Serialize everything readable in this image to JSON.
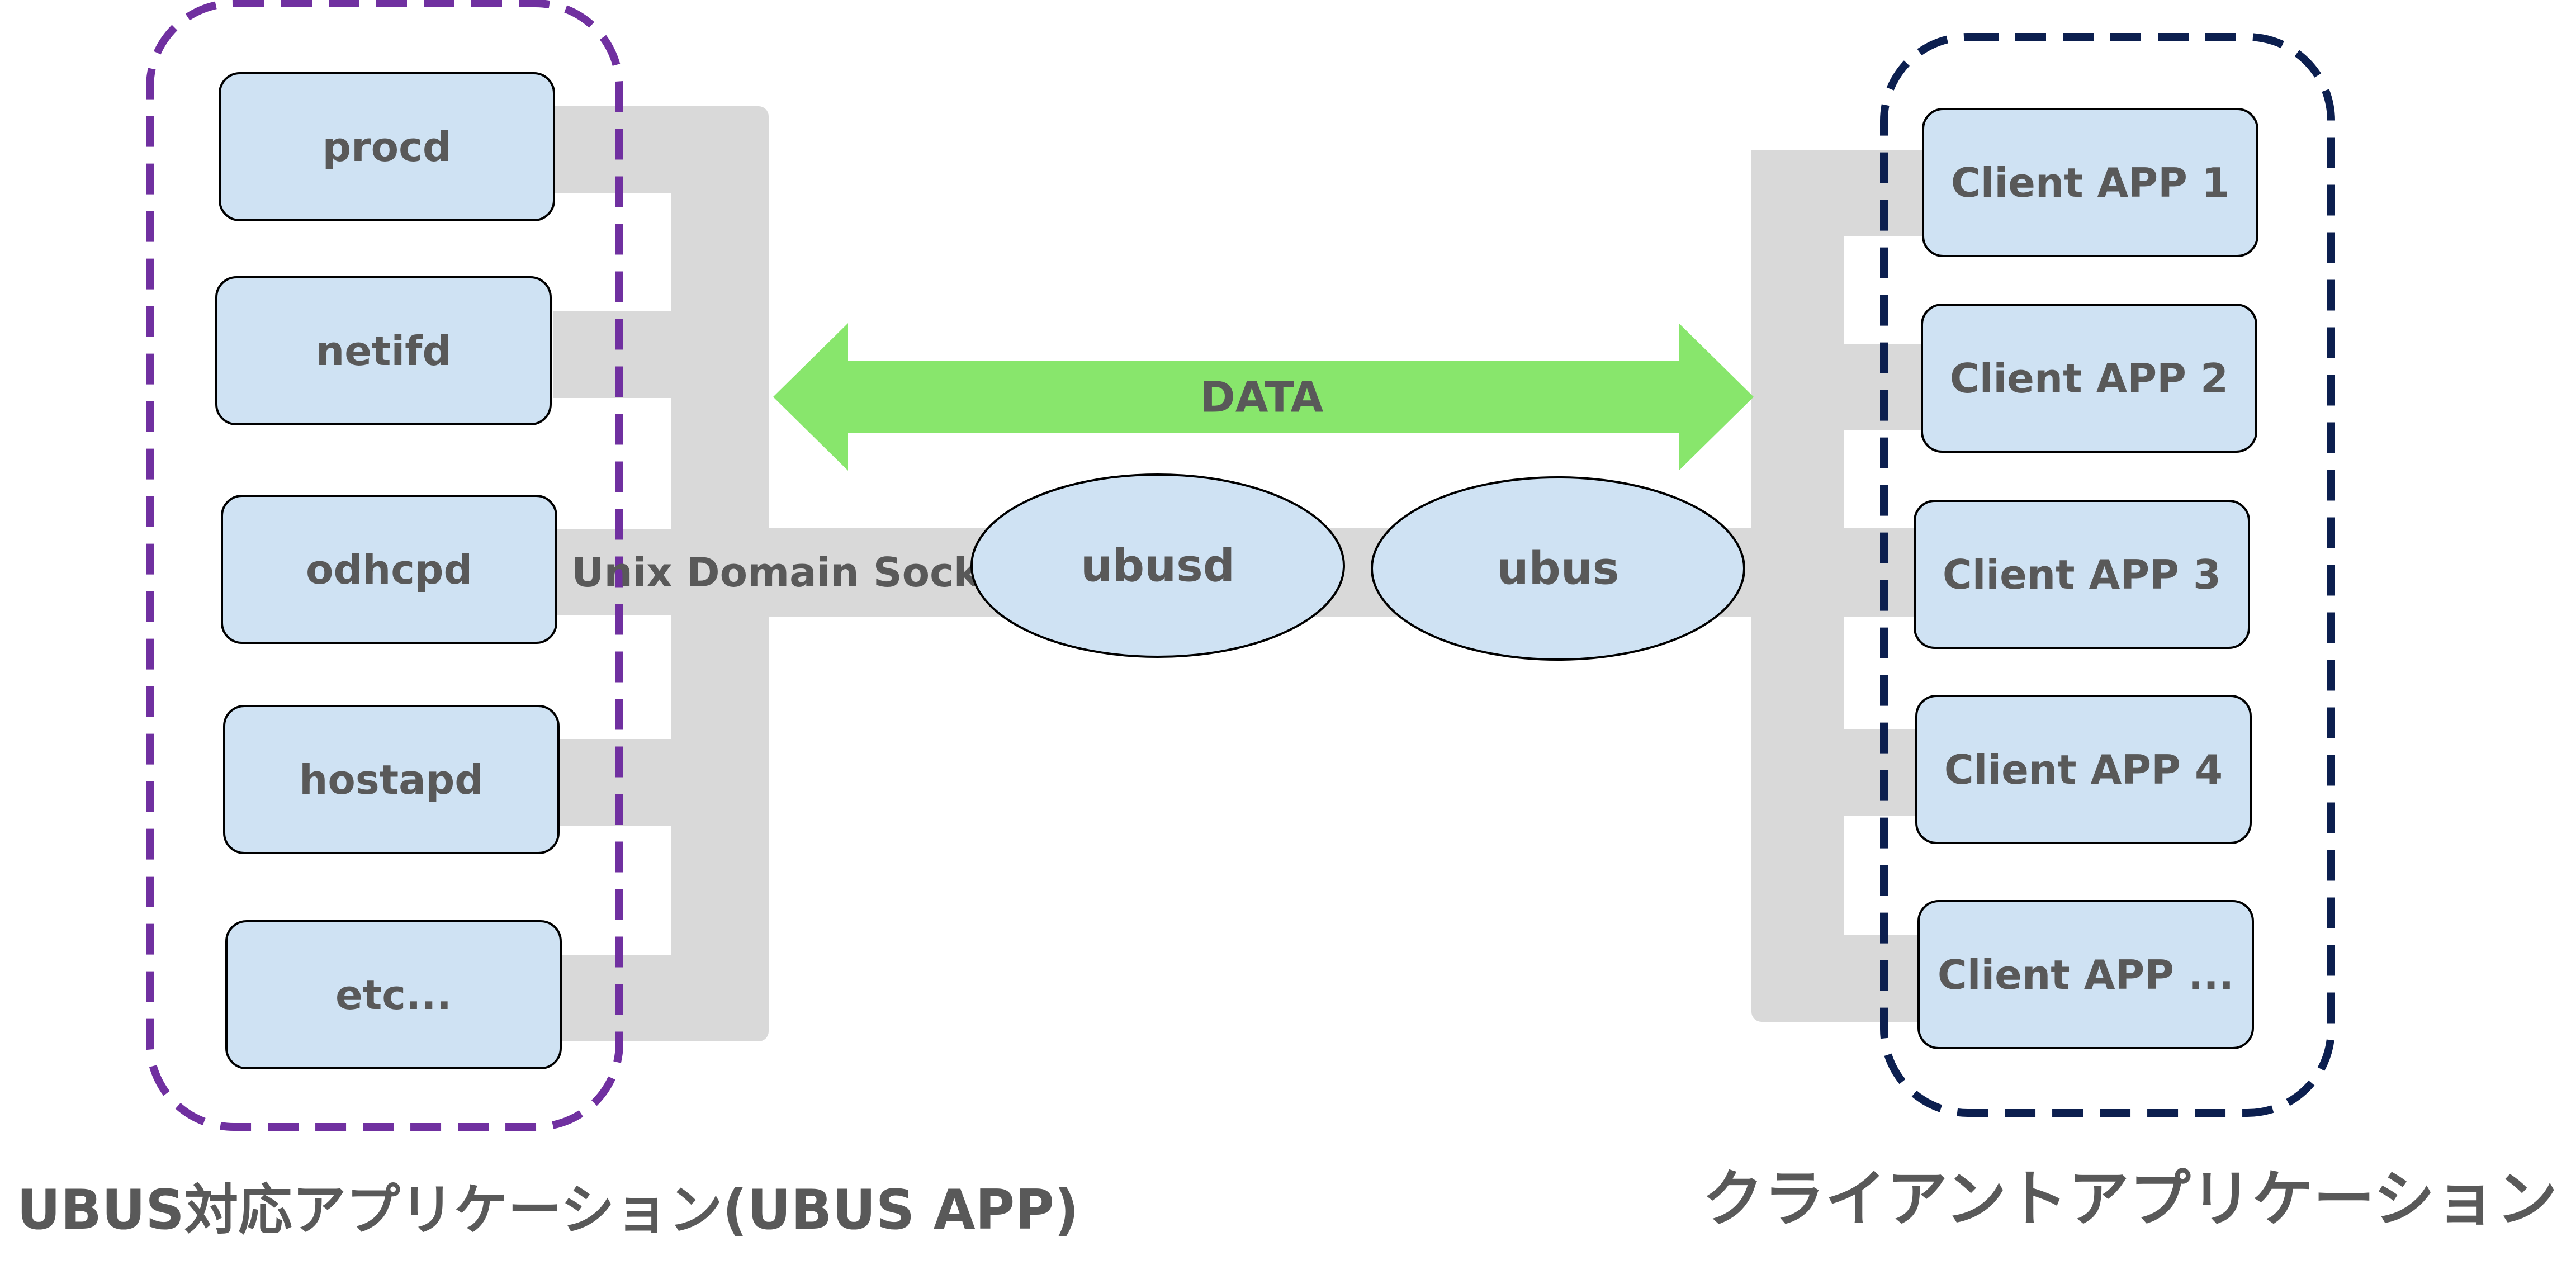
{
  "colors": {
    "background": "#ffffff",
    "node_fill": "#cfe2f3",
    "node_stroke": "#000000",
    "bus": "#d9d9d9",
    "data_arrow": "#88e66c",
    "server_group_border": "#7030a0",
    "client_group_border": "#0c1f4f",
    "text": "#595959"
  },
  "server_apps": {
    "caption": "UBUS対応アプリケーション(UBUS APP)",
    "items": [
      {
        "label": "procd"
      },
      {
        "label": "netifd"
      },
      {
        "label": "odhcpd"
      },
      {
        "label": "hostapd"
      },
      {
        "label": "etc..."
      }
    ]
  },
  "bus": {
    "socket_label": "Unix Domain Socket"
  },
  "daemon": {
    "label": "ubusd"
  },
  "client_lib": {
    "label": "ubus"
  },
  "data_arrow": {
    "label": "DATA",
    "icon": "double-headed-arrow"
  },
  "client_apps": {
    "caption": "クライアントアプリケーション",
    "items": [
      {
        "label": "Client APP 1"
      },
      {
        "label": "Client APP 2"
      },
      {
        "label": "Client APP 3"
      },
      {
        "label": "Client APP 4"
      },
      {
        "label": "Client APP ..."
      }
    ]
  }
}
